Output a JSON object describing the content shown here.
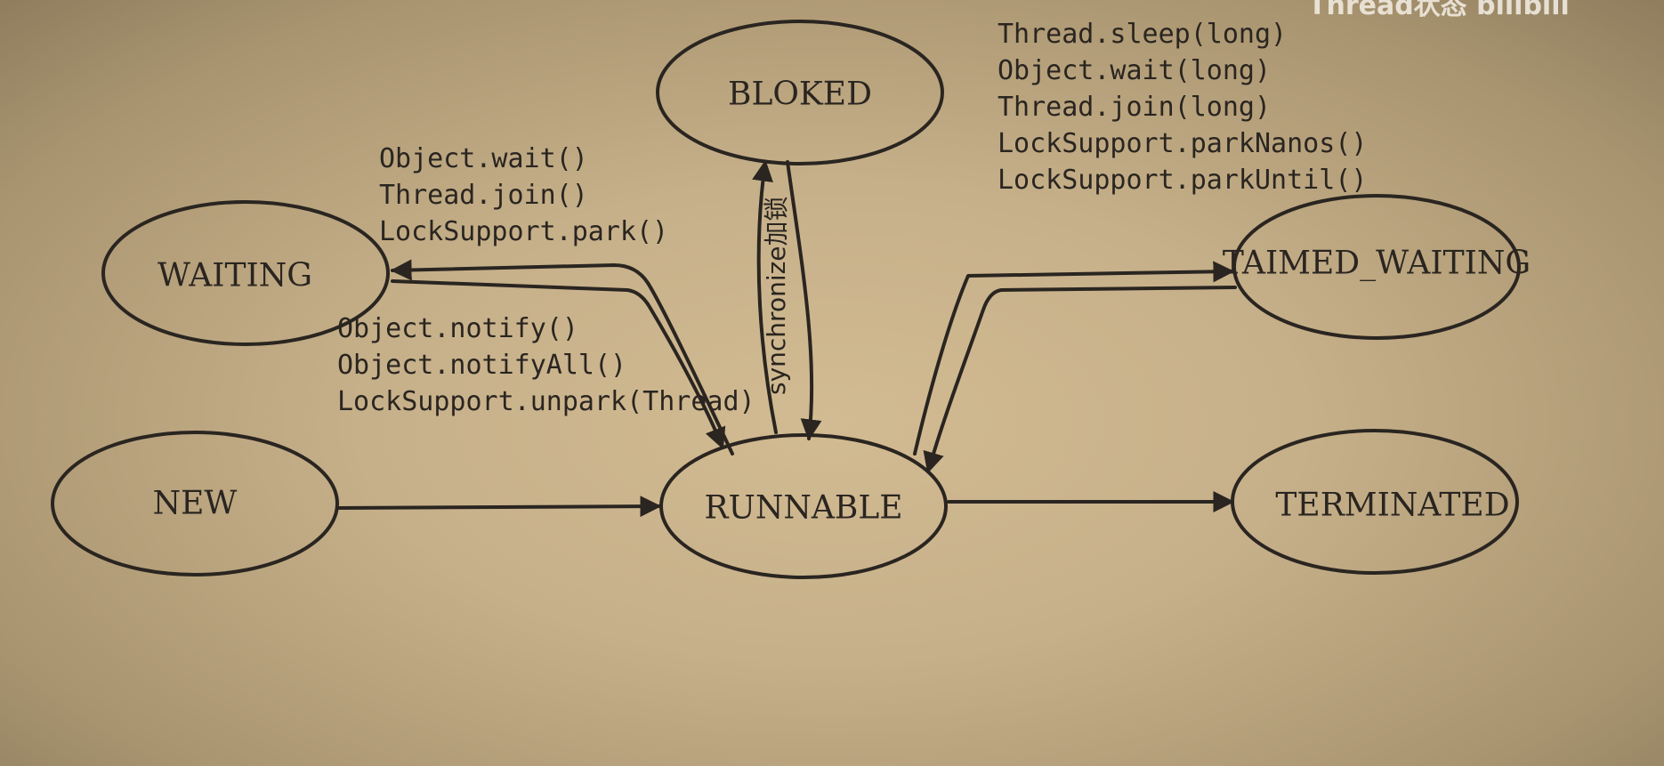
{
  "states": {
    "new": "NEW",
    "runnable": "RUNNABLE",
    "terminated": "TERMINATED",
    "waiting": "WAITING",
    "blocked": "BLOKED",
    "timed_waiting": "TAIMED_WAITING"
  },
  "transitions": {
    "to_waiting": [
      "Object.wait()",
      "Thread.join()",
      "LockSupport.park()"
    ],
    "from_waiting": [
      "Object.notify()",
      "Object.notifyAll()",
      "LockSupport.unpark(Thread)"
    ],
    "to_blocked": "synchronize加锁",
    "to_timed_waiting": [
      "Thread.sleep(long)",
      "Object.wait(long)",
      "Thread.join(long)",
      "LockSupport.parkNanos()",
      "LockSupport.parkUntil()"
    ]
  },
  "colors": {
    "ink": "#2a2520",
    "background": "#c6b08a"
  }
}
